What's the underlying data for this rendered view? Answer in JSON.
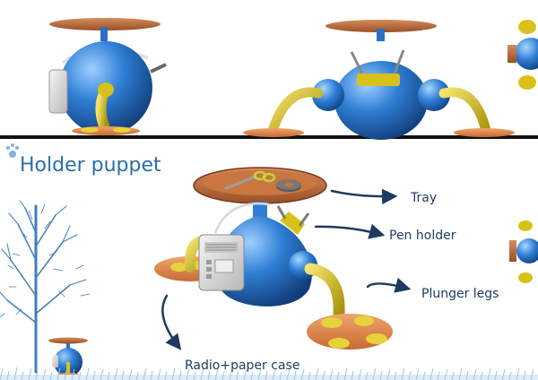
{
  "title": "Holder puppet",
  "labels": {
    "tray": "Tray",
    "pen_holder": "Pen holder",
    "plunger_legs": "Plunger legs",
    "radio_case": "Radio+paper case"
  },
  "colors": {
    "body_blue": "#2f7fd6",
    "tray_brown": "#b8663a",
    "leg_yellow": "#d8c21a",
    "arrow_navy": "#1f3a5f",
    "title_blue": "#2a6fa8",
    "tree_blue": "#3f7fb8"
  },
  "icons": {
    "logo": "paw-icon"
  }
}
